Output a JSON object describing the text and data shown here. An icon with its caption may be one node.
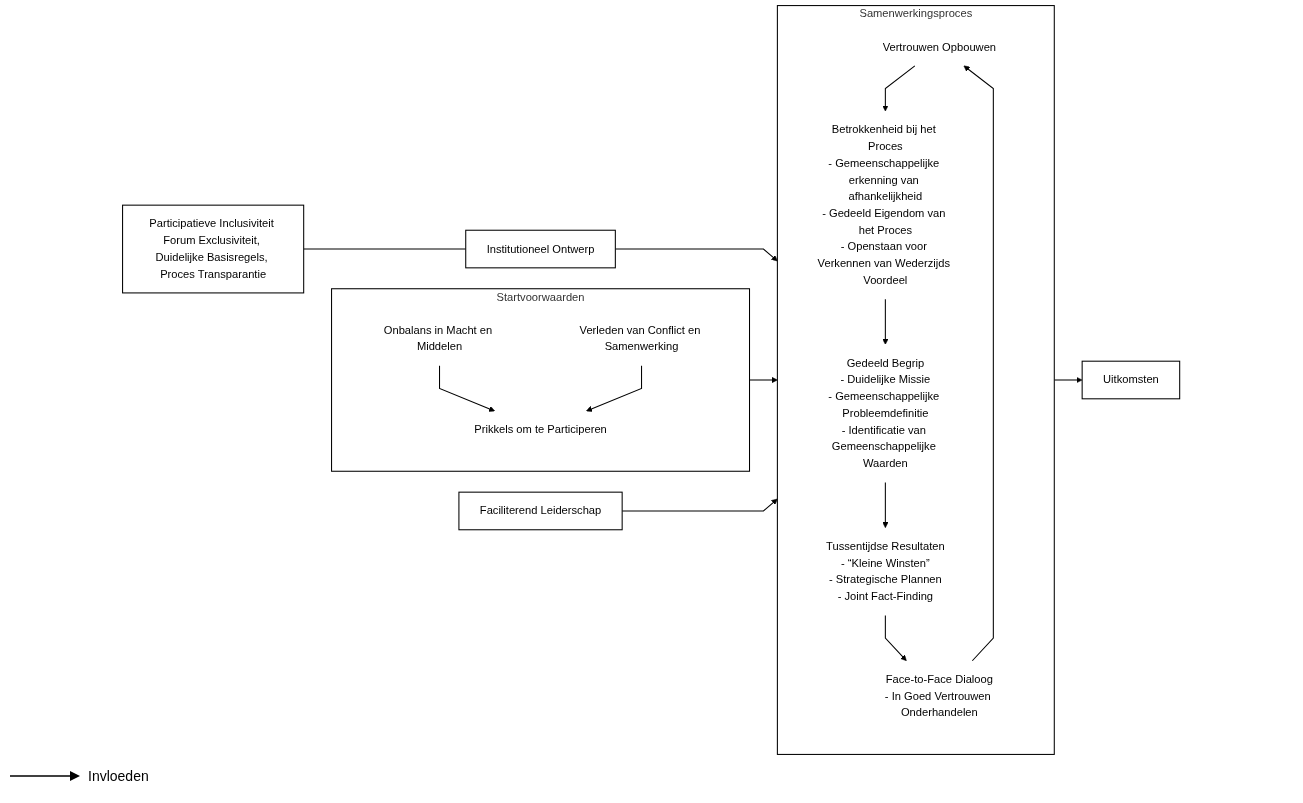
{
  "diagram": {
    "nodes": [
      {
        "text": [
          "Startvoorwaarden"
        ]
      },
      {
        "text": [
          "Onbalans in Macht en Middelen"
        ],
        "in": 0
      },
      {
        "text": [
          "Prikkels om te Participeren"
        ],
        "in": 0
      },
      {
        "text": [
          "Verleden van Conflict en Samenwerking"
        ],
        "in": 0
      },
      {
        "text": [
          "Institutioneel Ontwerp"
        ]
      },
      {
        "text": [
          "Participatieve Inclusiviteit Forum Exclusiviteit, Duidelijke Basisregels, Proces Transparantie"
        ]
      },
      {
        "text": [
          "Samenwerkingsproces"
        ]
      },
      {
        "text": [
          "Vertrouwen Opbouwen"
        ],
        "in": 6
      },
      {
        "text": [
          "Betrokkenheid bij het Proces",
          "- Gemeenschappelijke erkenning van afhankelijkheid",
          "- Gedeeld Eigendom van het Proces",
          "- Openstaan voor Verkennen van Wederzijds Voordeel"
        ],
        "in": 6
      },
      {
        "text": [
          "Face-to-Face Dialoog",
          "- In Goed Vertrouwen Onderhandelen"
        ],
        "in": 6
      },
      {
        "text": [
          "Tussentijdse Resultaten",
          "- “Kleine Winsten”",
          "- Strategische Plannen",
          "- Joint Fact-Finding"
        ],
        "in": 6
      },
      {
        "text": [
          "Gedeeld Begrip",
          "- Duidelijke Missie",
          "- Gemeenschappelijke Probleemdefinitie",
          "- Identificatie van Gemeenschappelijke Waarden"
        ],
        "in": 6
      },
      {
        "text": [
          "Uitkomsten"
        ]
      },
      {
        "text": [
          "Faciliterend Leiderschap"
        ]
      }
    ],
    "edges": [
      {
        "from": 1,
        "to": 2,
        "arrow": "to"
      },
      {
        "from": 3,
        "to": 2,
        "arrow": "to"
      },
      {
        "from": 5,
        "to": 4,
        "arrow": "none"
      },
      {
        "from": 4,
        "to": 6,
        "arrow": "to"
      },
      {
        "from": 0,
        "to": 6,
        "arrow": "to"
      },
      {
        "from": 6,
        "to": 12,
        "arrow": "to"
      },
      {
        "from": 13,
        "to": 6,
        "arrow": "to"
      },
      {
        "from": 7,
        "to": 8,
        "arrow": "to"
      },
      {
        "from": 8,
        "to": 11,
        "arrow": "to"
      },
      {
        "from": 11,
        "to": 10,
        "arrow": "to"
      },
      {
        "from": 10,
        "to": 9,
        "arrow": "to"
      },
      {
        "from": 9,
        "to": 7,
        "arrow": "to"
      }
    ],
    "legend": [
      {
        "text": "Invloeden"
      }
    ]
  }
}
